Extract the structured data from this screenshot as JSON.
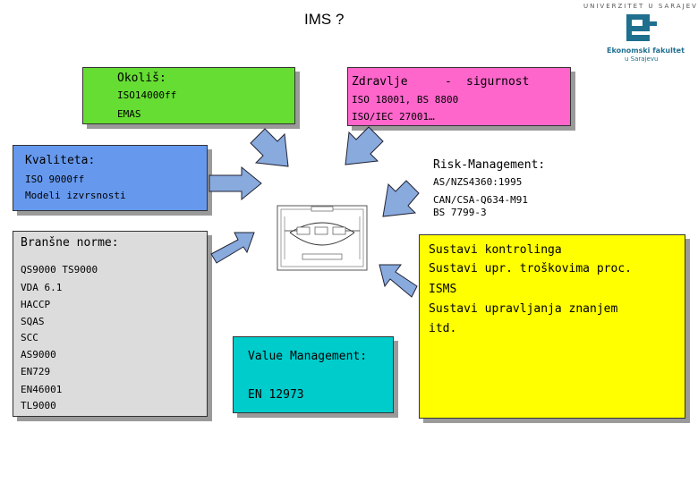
{
  "title": "IMS ?",
  "logo": {
    "university": "UNIVERZITET U SARAJEVU",
    "faculty_line1": "Ekonomski fakultet",
    "faculty_line2": "u Sarajevu"
  },
  "colors": {
    "green": "#66dd33",
    "pink": "#ff66cc",
    "blue": "#6699ee",
    "grey": "#dcdcdc",
    "yellow": "#ffff00",
    "cyan": "#00cccc",
    "arrow": "#88aadd",
    "logo": "#1f6f8f"
  },
  "okolis": {
    "title": "Okoliš:",
    "line1": "ISO14000ff",
    "line2": "EMAS"
  },
  "zdravlje": {
    "title1": "Zdravlje",
    "dash": "-",
    "title2": "sigurnost",
    "line1": "ISO 18001, BS 8800",
    "line2": "ISO/IEC 27001…"
  },
  "kvaliteta": {
    "title": "Kvaliteta:",
    "line1": "ISO 9000ff",
    "line2": "Modeli izvrsnosti"
  },
  "risk": {
    "title": "Risk-Management:",
    "line1": "AS/NZS4360:1995",
    "line2": "CAN/CSA-Q634-M91",
    "line3": "BS 7799-3"
  },
  "bransne": {
    "title": "Branšne norme:",
    "items": [
      "QS9000   TS9000",
      "VDA 6.1",
      "HACCP",
      "SQAS",
      "SCC",
      "AS9000",
      "EN729",
      "EN46001",
      "TL9000"
    ]
  },
  "kontroling": {
    "items": [
      "Sustavi kontrolinga",
      "Sustavi upr. troškovima proc.",
      "ISMS",
      "Sustavi upravljanja znanjem",
      "itd."
    ]
  },
  "value": {
    "title": "Value   Management:",
    "line1": "EN 12973"
  }
}
